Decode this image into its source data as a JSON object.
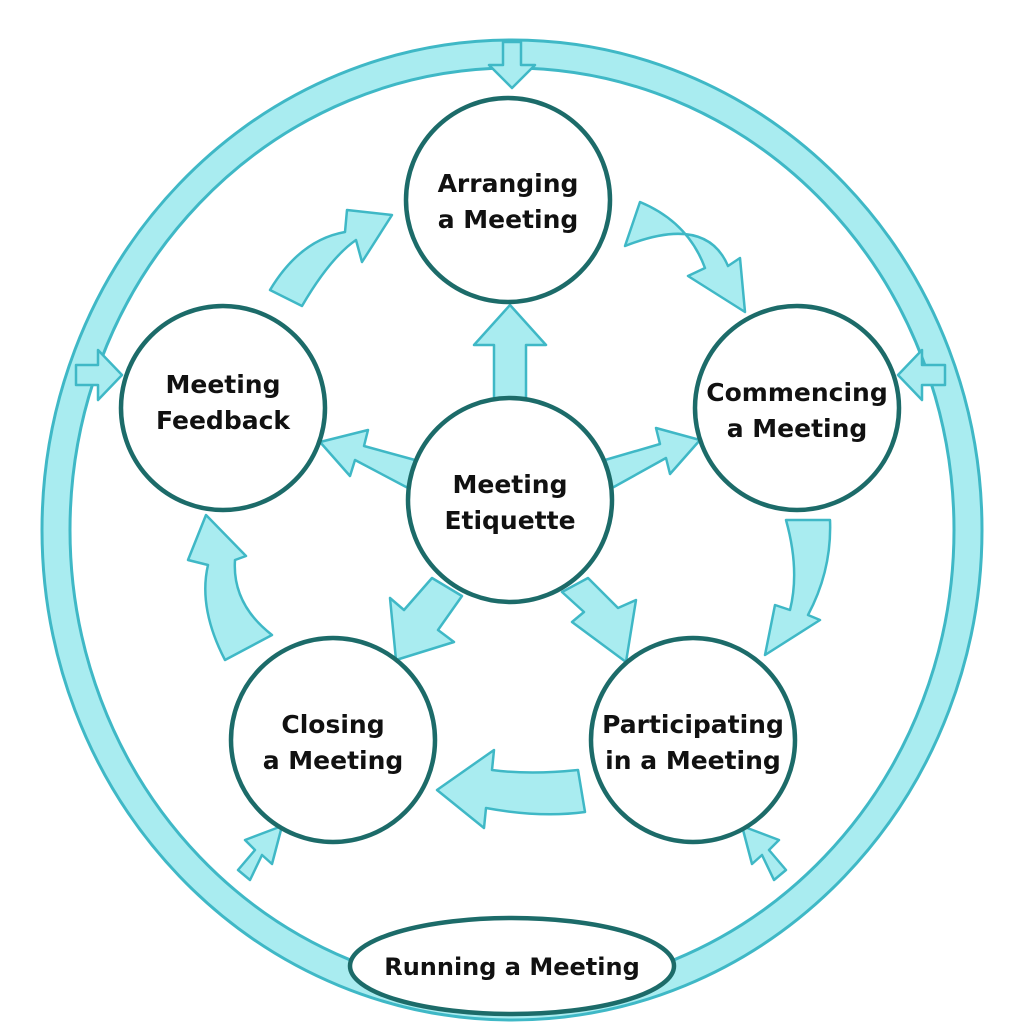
{
  "diagram": {
    "center": {
      "line1": "Meeting",
      "line2": "Etiquette"
    },
    "nodes": [
      {
        "line1": "Arranging",
        "line2": "a Meeting"
      },
      {
        "line1": "Commencing",
        "line2": "a Meeting"
      },
      {
        "line1": "Participating",
        "line2": "in a Meeting"
      },
      {
        "line1": "Closing",
        "line2": "a Meeting"
      },
      {
        "line1": "Meeting",
        "line2": "Feedback"
      }
    ],
    "outer": {
      "label": "Running a Meeting"
    },
    "colors": {
      "fill": "#a9ecf0",
      "stroke": "#3fb8c6",
      "outline": "#1c6b69"
    }
  }
}
